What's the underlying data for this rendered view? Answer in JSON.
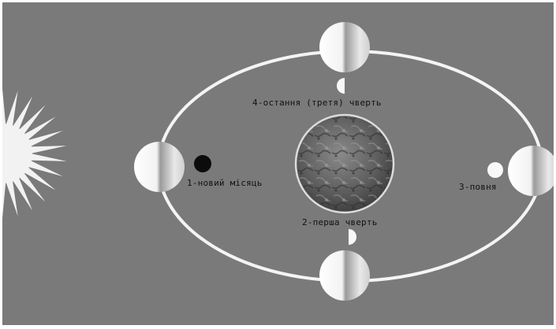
{
  "labels": {
    "new_moon": "1-новий місяць",
    "first_quarter": "2-перша чверть",
    "full_moon": "3-повня",
    "last_quarter": "4-остання (третя) чверть"
  },
  "colors": {
    "background": "#7a7a7a",
    "orbit": "#f4f4f4",
    "sun": "#f2f2f2",
    "new_moon_disc": "#0c0c0c",
    "label_text": "#111111"
  },
  "icons": {
    "sun": "sun-icon",
    "earth": "earth-globe-icon",
    "moon": "moon-sphere-icon"
  }
}
